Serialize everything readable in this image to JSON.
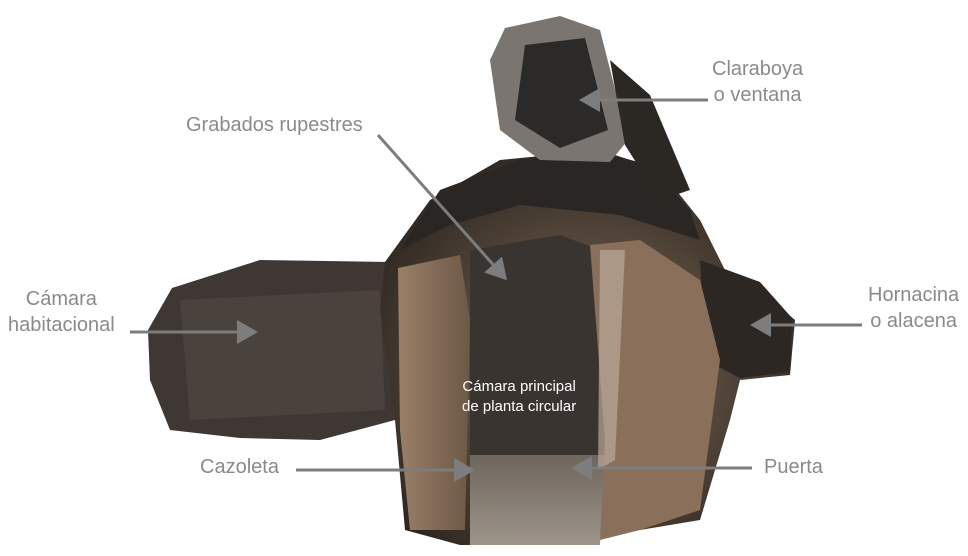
{
  "labels": {
    "claraboya": [
      "Claraboya",
      "o ventana"
    ],
    "grabados": "Grabados rupestres",
    "camara_habitacional": [
      "Cámara",
      "habitacional"
    ],
    "hornacina": [
      "Hornacina",
      "o alacena"
    ],
    "camara_principal": [
      "Cámara principal",
      "de planta circular"
    ],
    "cazoleta": "Cazoleta",
    "puerta": "Puerta"
  },
  "colors": {
    "label_text": "#8a8a8a",
    "arrow": "#7d7d7d",
    "inner_text": "#ffffff"
  }
}
